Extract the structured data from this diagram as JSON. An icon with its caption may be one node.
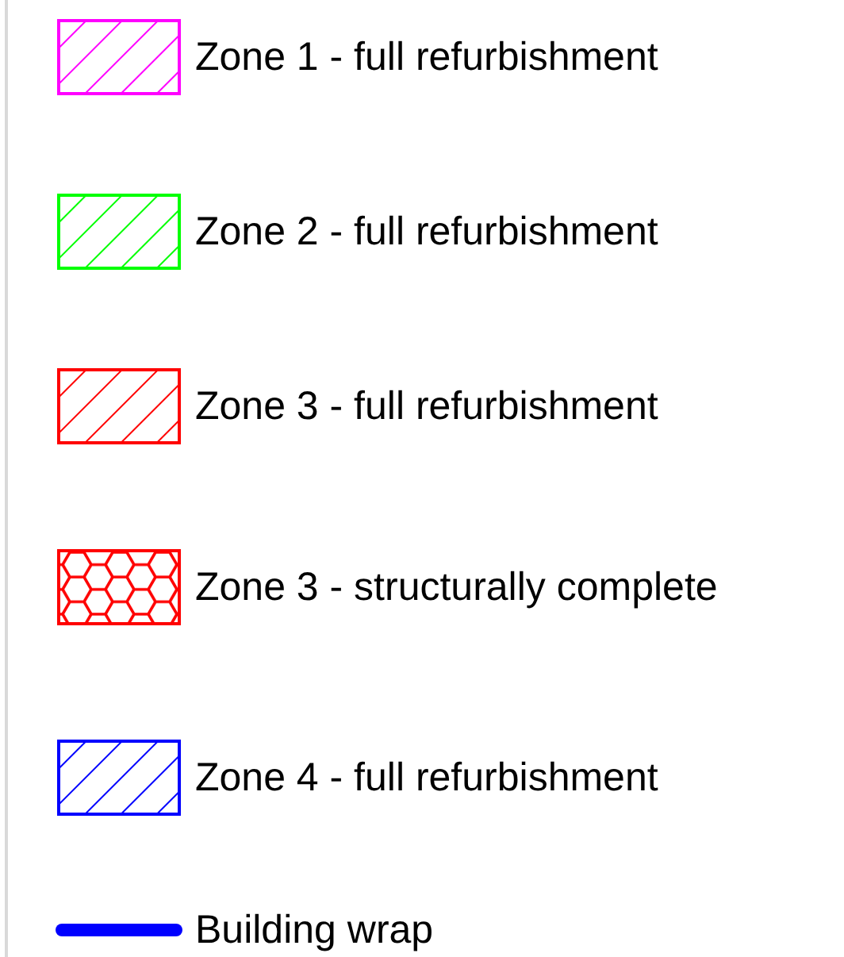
{
  "diagram": {
    "legend": [
      {
        "text": "Zone 1 - full refurbishment",
        "color": "#ff00ff"
      },
      {
        "text": "Zone 2 - full refurbishment",
        "color": "#00ff00"
      },
      {
        "text": "Zone 3 - full refurbishment",
        "color": "#ff0000"
      },
      {
        "text": "Zone 3 - structurally complete",
        "color": "#ff0000"
      },
      {
        "text": "Zone 4 - full refurbishment",
        "color": "#0000ff"
      },
      {
        "text": "Building wrap",
        "color": "#0000ff"
      }
    ]
  }
}
